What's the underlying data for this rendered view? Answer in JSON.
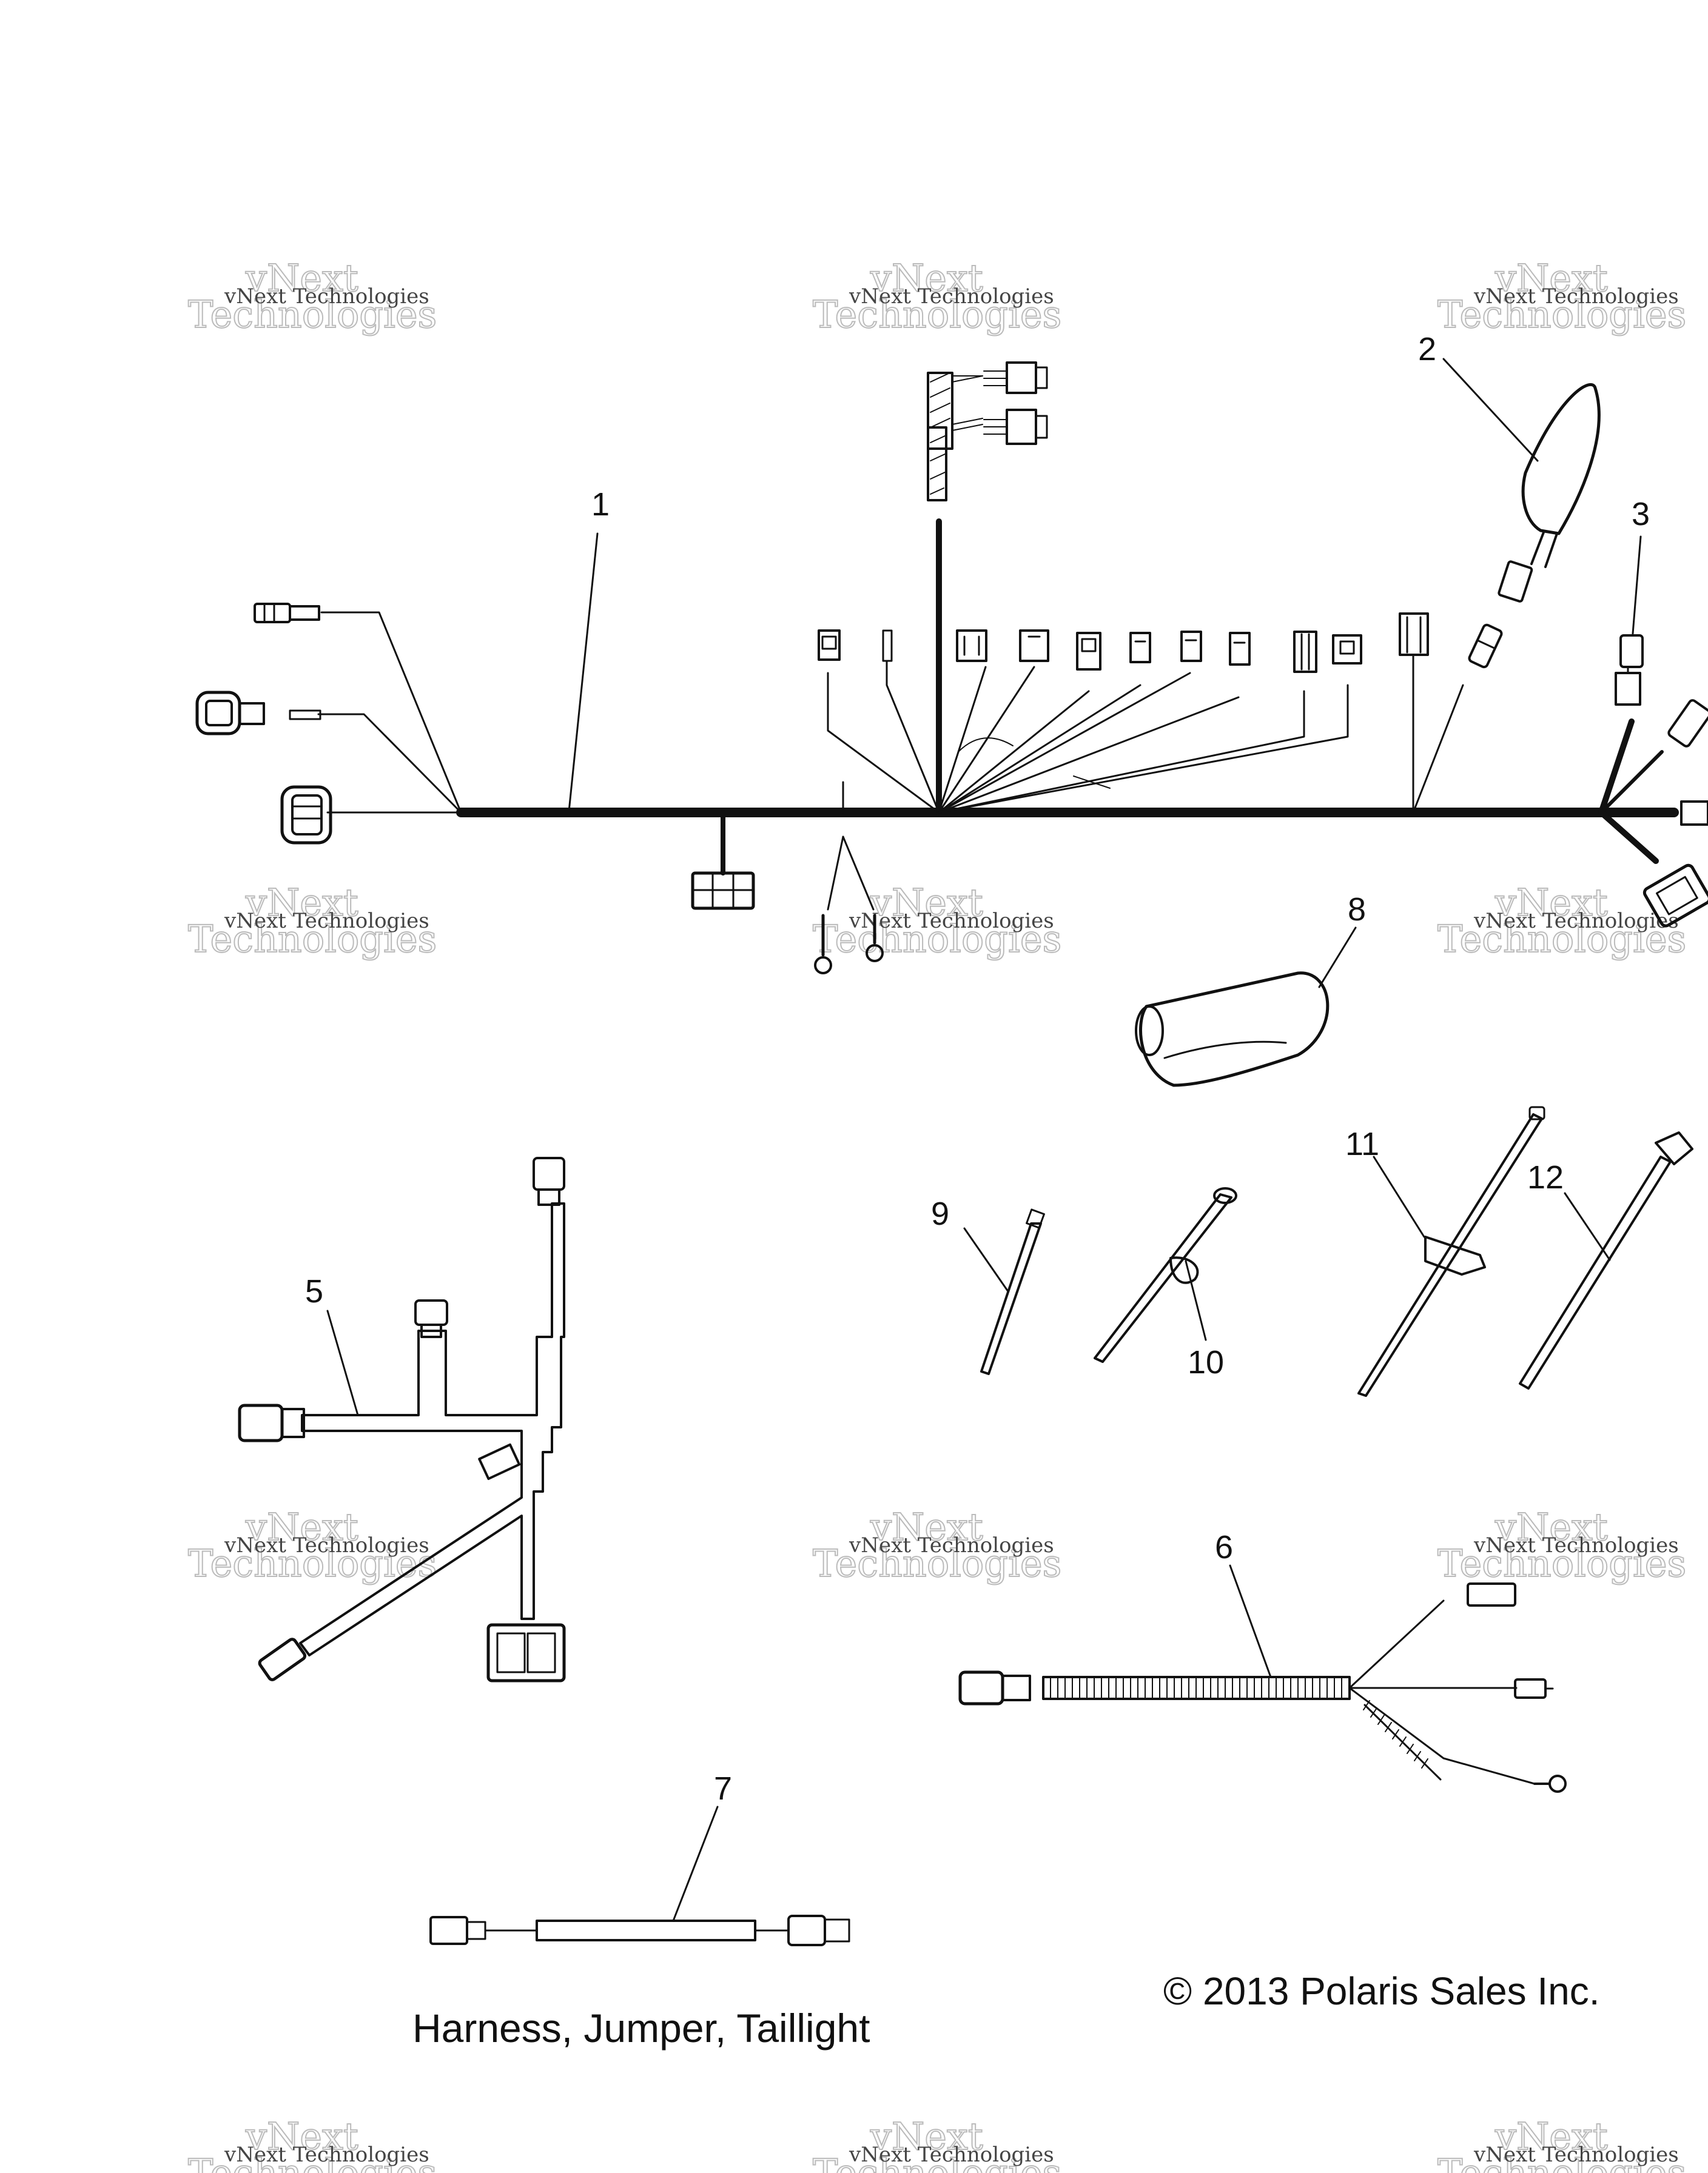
{
  "callouts": [
    "1",
    "2",
    "3",
    "5",
    "6",
    "7",
    "8",
    "9",
    "10",
    "11",
    "12"
  ],
  "caption": "Harness, Jumper, Taillight",
  "copyright": "© 2013 Polaris Sales Inc.",
  "watermark": {
    "line1": "vNext Technologies",
    "line2": "Technologies",
    "overlay": "vNext"
  }
}
